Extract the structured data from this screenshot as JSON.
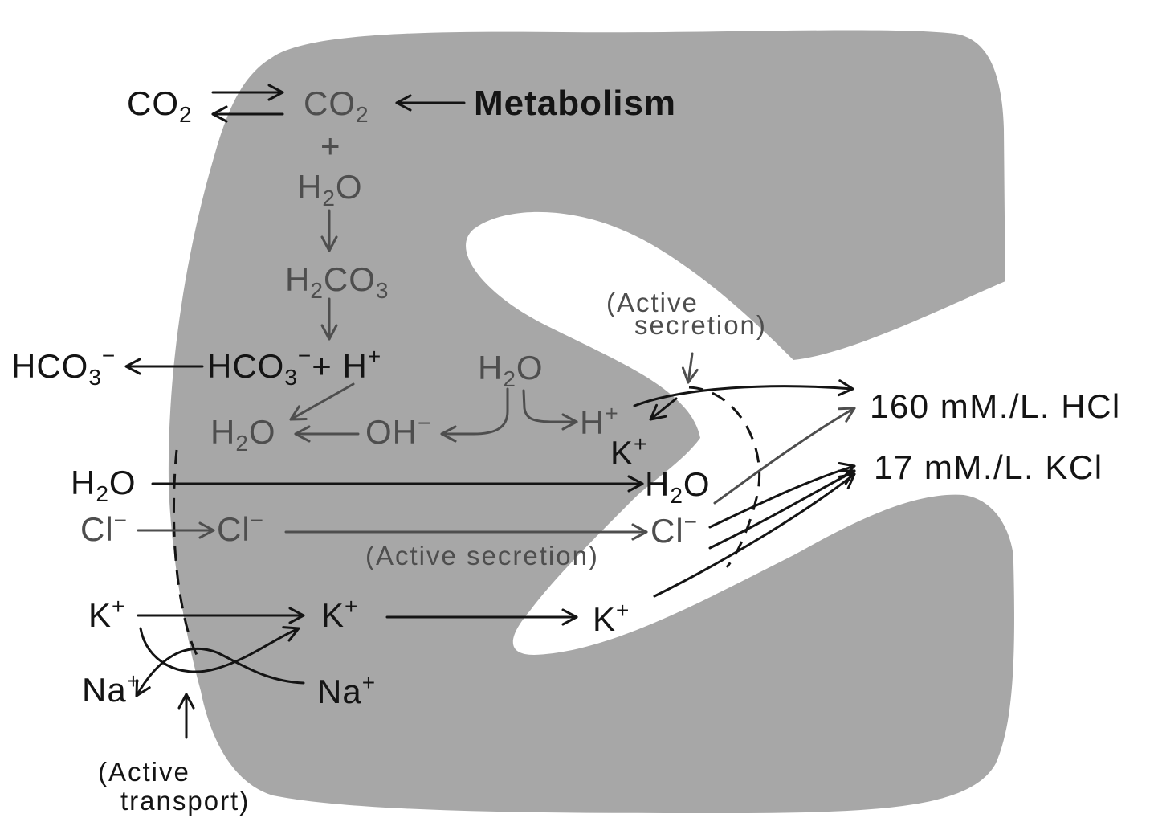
{
  "labels": {
    "co2_outside": {
      "base": "CO",
      "sub": "2"
    },
    "co2_cell": {
      "base": "CO",
      "sub": "2"
    },
    "metabolism": "Metabolism",
    "plus": "+",
    "h2o_reactant": {
      "h": "H",
      "sub": "2",
      "o": "O"
    },
    "h2co3": {
      "h": "H",
      "sub": "2",
      "co": "CO",
      "sub2": "3"
    },
    "hco3_outside": {
      "base": "HCO",
      "sub": "3",
      "sup": "−"
    },
    "hco3_cell": {
      "base": "HCO",
      "sub": "3",
      "sup": "−",
      "plus_h": "+ H",
      "sup2": "+"
    },
    "h2o_dissociating": {
      "h": "H",
      "sub": "2",
      "o": "O"
    },
    "h2o_neutralized": {
      "h": "H",
      "sub": "2",
      "o": "O"
    },
    "oh": {
      "base": "OH",
      "sup": "−"
    },
    "h_secreted": {
      "base": "H",
      "sup": "+"
    },
    "k_reabsorbed": {
      "base": "K",
      "sup": "+"
    },
    "active_secretion_upper": [
      "(Active",
      "secretion)"
    ],
    "hcl_output": "160 mM./L. HCl",
    "kcl_output": "17 mM./L. KCl",
    "h2o_outside": {
      "h": "H",
      "sub": "2",
      "o": "O"
    },
    "h2o_lumen": {
      "h": "H",
      "sub": "2",
      "o": "O"
    },
    "cl_outside": {
      "base": "Cl",
      "sup": "−"
    },
    "cl_cell": {
      "base": "Cl",
      "sup": "−"
    },
    "cl_lumen": {
      "base": "Cl",
      "sup": "−"
    },
    "active_secretion_lower": "(Active secretion)",
    "k_outside": {
      "base": "K",
      "sup": "+"
    },
    "k_cell": {
      "base": "K",
      "sup": "+"
    },
    "k_lumen": {
      "base": "K",
      "sup": "+"
    },
    "na_outside": {
      "base": "Na",
      "sup": "+"
    },
    "na_cell": {
      "base": "Na",
      "sup": "+"
    },
    "active_transport": [
      "(Active",
      "transport)"
    ]
  },
  "colors": {
    "cell": "#a7a7a7",
    "lumen": "#ffffff",
    "ink": "#141414",
    "ink_gray": "#4e4e4e"
  }
}
